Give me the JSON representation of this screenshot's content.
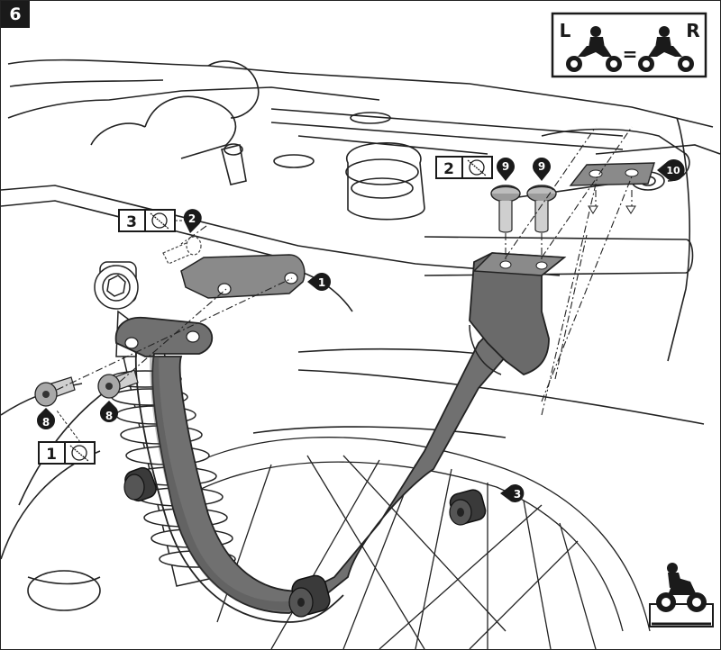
{
  "step_number": "6",
  "side_legend": {
    "left": "L",
    "equals": "=",
    "right": "R"
  },
  "torque_callouts": [
    {
      "number": "3"
    },
    {
      "number": "2"
    },
    {
      "number": "1"
    }
  ],
  "part_callouts": [
    "1",
    "2",
    "3",
    "8",
    "8",
    "9",
    "9",
    "10"
  ],
  "icons": [
    "motorcycle-left-side-icon",
    "motorcycle-right-side-icon",
    "torque-wrench-icon",
    "motorcycle-on-stand-icon"
  ],
  "colors": {
    "ink": "#1a1a1a",
    "part_fill": "#6e6e6e",
    "part_dark": "#3c3c3c",
    "line": "#222222"
  }
}
